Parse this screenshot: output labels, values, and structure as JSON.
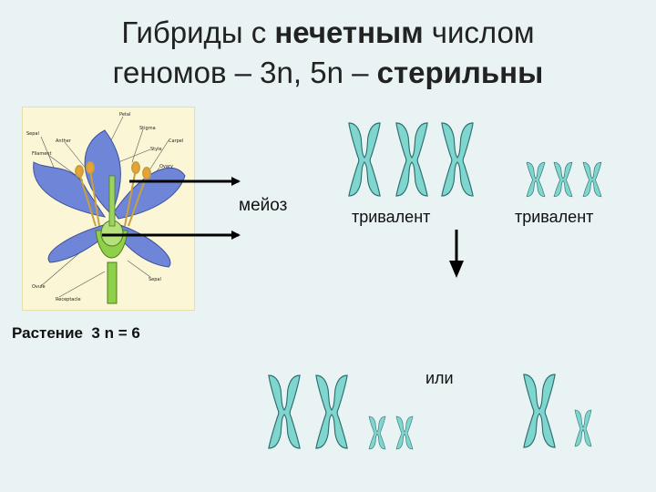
{
  "title": {
    "line1_normal_a": "Гибриды с ",
    "line1_bold": "нечетным",
    "line1_normal_b": " числом",
    "line2_normal": "геномов – 3n, 5n – ",
    "line2_bold": "стерильны"
  },
  "flower_labels": [
    "Petal",
    "Stigma",
    "Sepal",
    "Anther",
    "Carpel",
    "Style",
    "Filament",
    "Ovary",
    "Sepal",
    "Ovule",
    "Receptacle"
  ],
  "labels": {
    "meiosis": "мейоз",
    "trivalent_left": "тривалент",
    "trivalent_right": "тривалент",
    "plant": "Растение  3 n = 6",
    "or": "или"
  },
  "colors": {
    "background": "#e9f3f3",
    "chromosome_fill": "#7fd6cf",
    "chromosome_stroke": "#2e6f6f",
    "petal": "#6f86d8",
    "flower_panel": "#fbf7d6"
  }
}
